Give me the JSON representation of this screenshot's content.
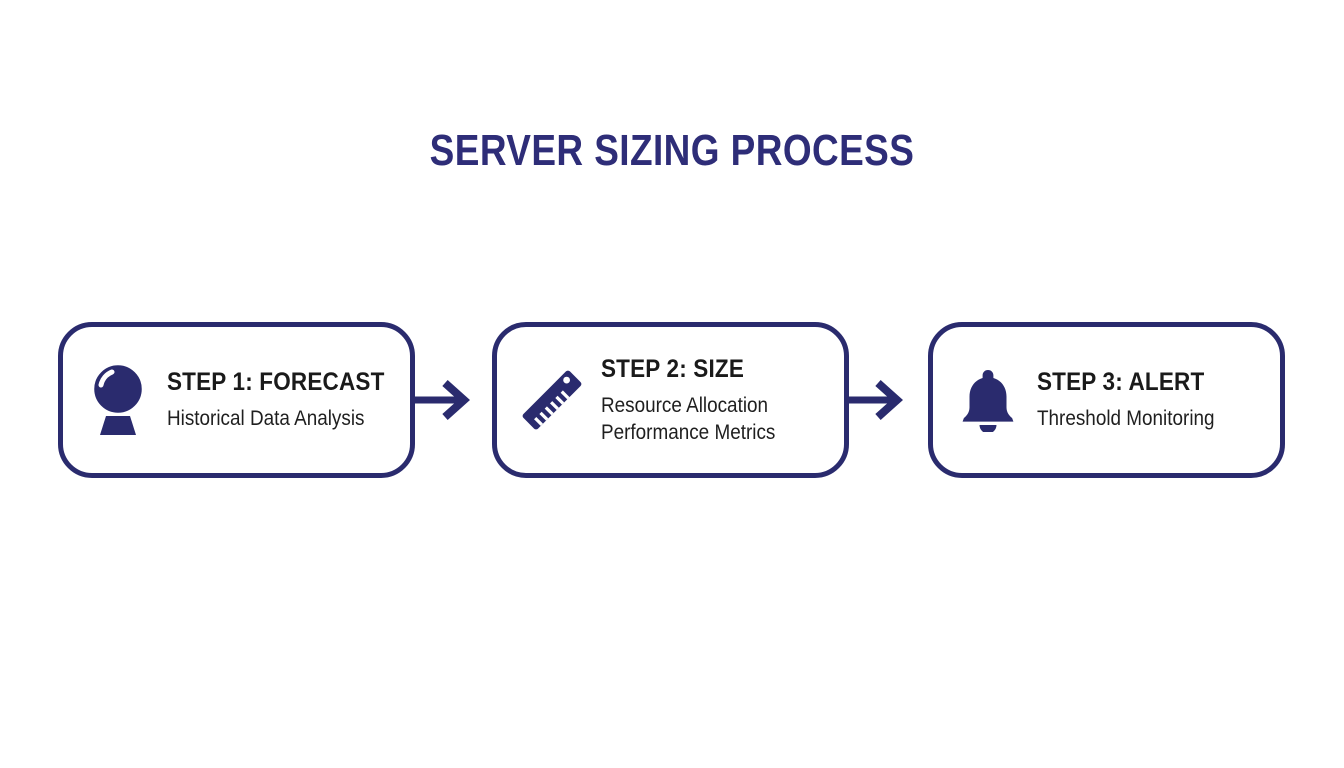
{
  "title": "SERVER SIZING PROCESS",
  "colors": {
    "navy": "#2a2b6e",
    "title_navy": "#2e2d78",
    "step_title_text": "#1a1a1a",
    "step_sub_text": "#1f1f1f",
    "background": "#ffffff"
  },
  "steps": [
    {
      "icon": "crystal-ball-icon",
      "title": "STEP 1: FORECAST",
      "lines": [
        "Historical Data Analysis"
      ]
    },
    {
      "icon": "ruler-icon",
      "title": "STEP 2: SIZE",
      "lines": [
        "Resource Allocation",
        "Performance Metrics"
      ]
    },
    {
      "icon": "bell-icon",
      "title": "STEP 3: ALERT",
      "lines": [
        "Threshold Monitoring"
      ]
    }
  ],
  "connectors": [
    "arrow-right-icon",
    "arrow-right-icon"
  ]
}
